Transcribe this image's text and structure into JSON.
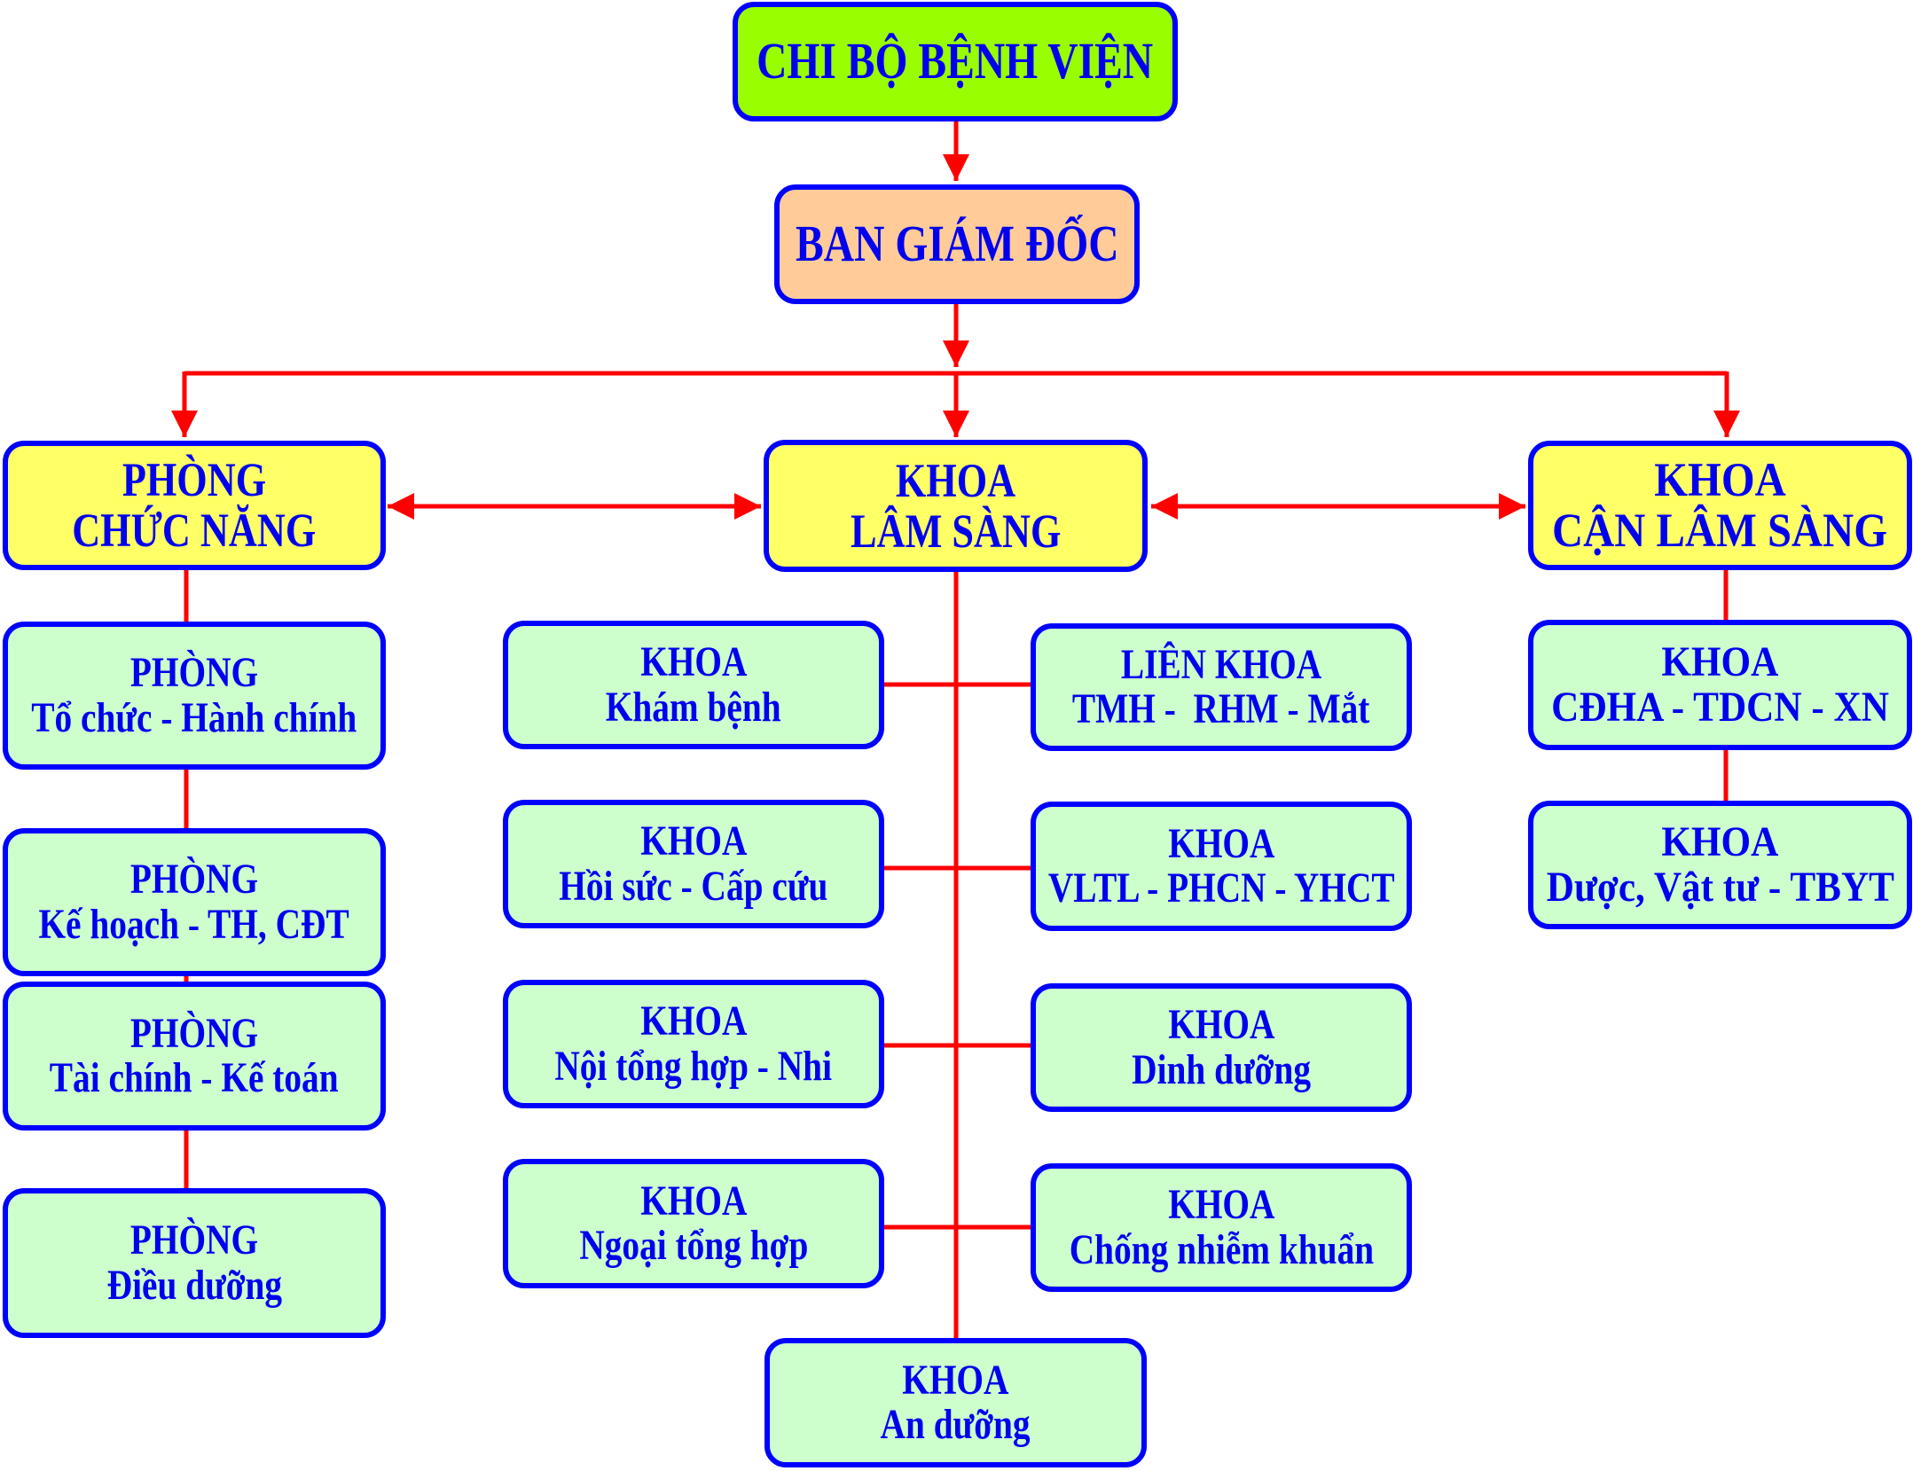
{
  "colors": {
    "border": "#0000ff",
    "text": "#0000ee",
    "connector": "#ff0000",
    "top_fill": "#99ff00",
    "board_fill": "#ffcc99",
    "main_fill": "#ffff66",
    "unit_fill": "#ccffcc"
  },
  "top": {
    "lines": [
      "CHI BỘ BỆNH VIỆN"
    ]
  },
  "board": {
    "lines": [
      "BAN GIÁM ĐỐC"
    ]
  },
  "branches": {
    "functional": {
      "lines": [
        "PHÒNG",
        "CHỨC NĂNG"
      ]
    },
    "clinical": {
      "lines": [
        "KHOA",
        "LÂM SÀNG"
      ]
    },
    "paraclinical": {
      "lines": [
        "KHOA",
        "CẬN LÂM SÀNG"
      ]
    }
  },
  "functional_units": [
    {
      "lines": [
        "PHÒNG",
        "Tổ chức - Hành chính"
      ]
    },
    {
      "lines": [
        "PHÒNG",
        "Kế hoạch - TH, CĐT"
      ]
    },
    {
      "lines": [
        "PHÒNG",
        "Tài chính - Kế toán"
      ]
    },
    {
      "lines": [
        "PHÒNG",
        "Điều dưỡng"
      ]
    }
  ],
  "clinical_left": [
    {
      "lines": [
        "KHOA",
        "Khám bệnh"
      ]
    },
    {
      "lines": [
        "KHOA",
        "Hồi sức - Cấp cứu"
      ]
    },
    {
      "lines": [
        "KHOA",
        "Nội tổng hợp - Nhi"
      ]
    },
    {
      "lines": [
        "KHOA",
        "Ngoại tổng hợp"
      ]
    }
  ],
  "clinical_right": [
    {
      "lines": [
        "LIÊN KHOA",
        "TMH -  RHM - Mắt"
      ]
    },
    {
      "lines": [
        "KHOA",
        "VLTL - PHCN - YHCT"
      ]
    },
    {
      "lines": [
        "KHOA",
        "Dinh dưỡng"
      ]
    },
    {
      "lines": [
        "KHOA",
        "Chống nhiễm khuẩn"
      ]
    }
  ],
  "clinical_bottom": {
    "lines": [
      "KHOA",
      "An dưỡng"
    ]
  },
  "paraclinical_units": [
    {
      "lines": [
        "KHOA",
        "CĐHA - TDCN - XN"
      ]
    },
    {
      "lines": [
        "KHOA",
        "Dược, Vật tư - TBYT"
      ]
    }
  ]
}
